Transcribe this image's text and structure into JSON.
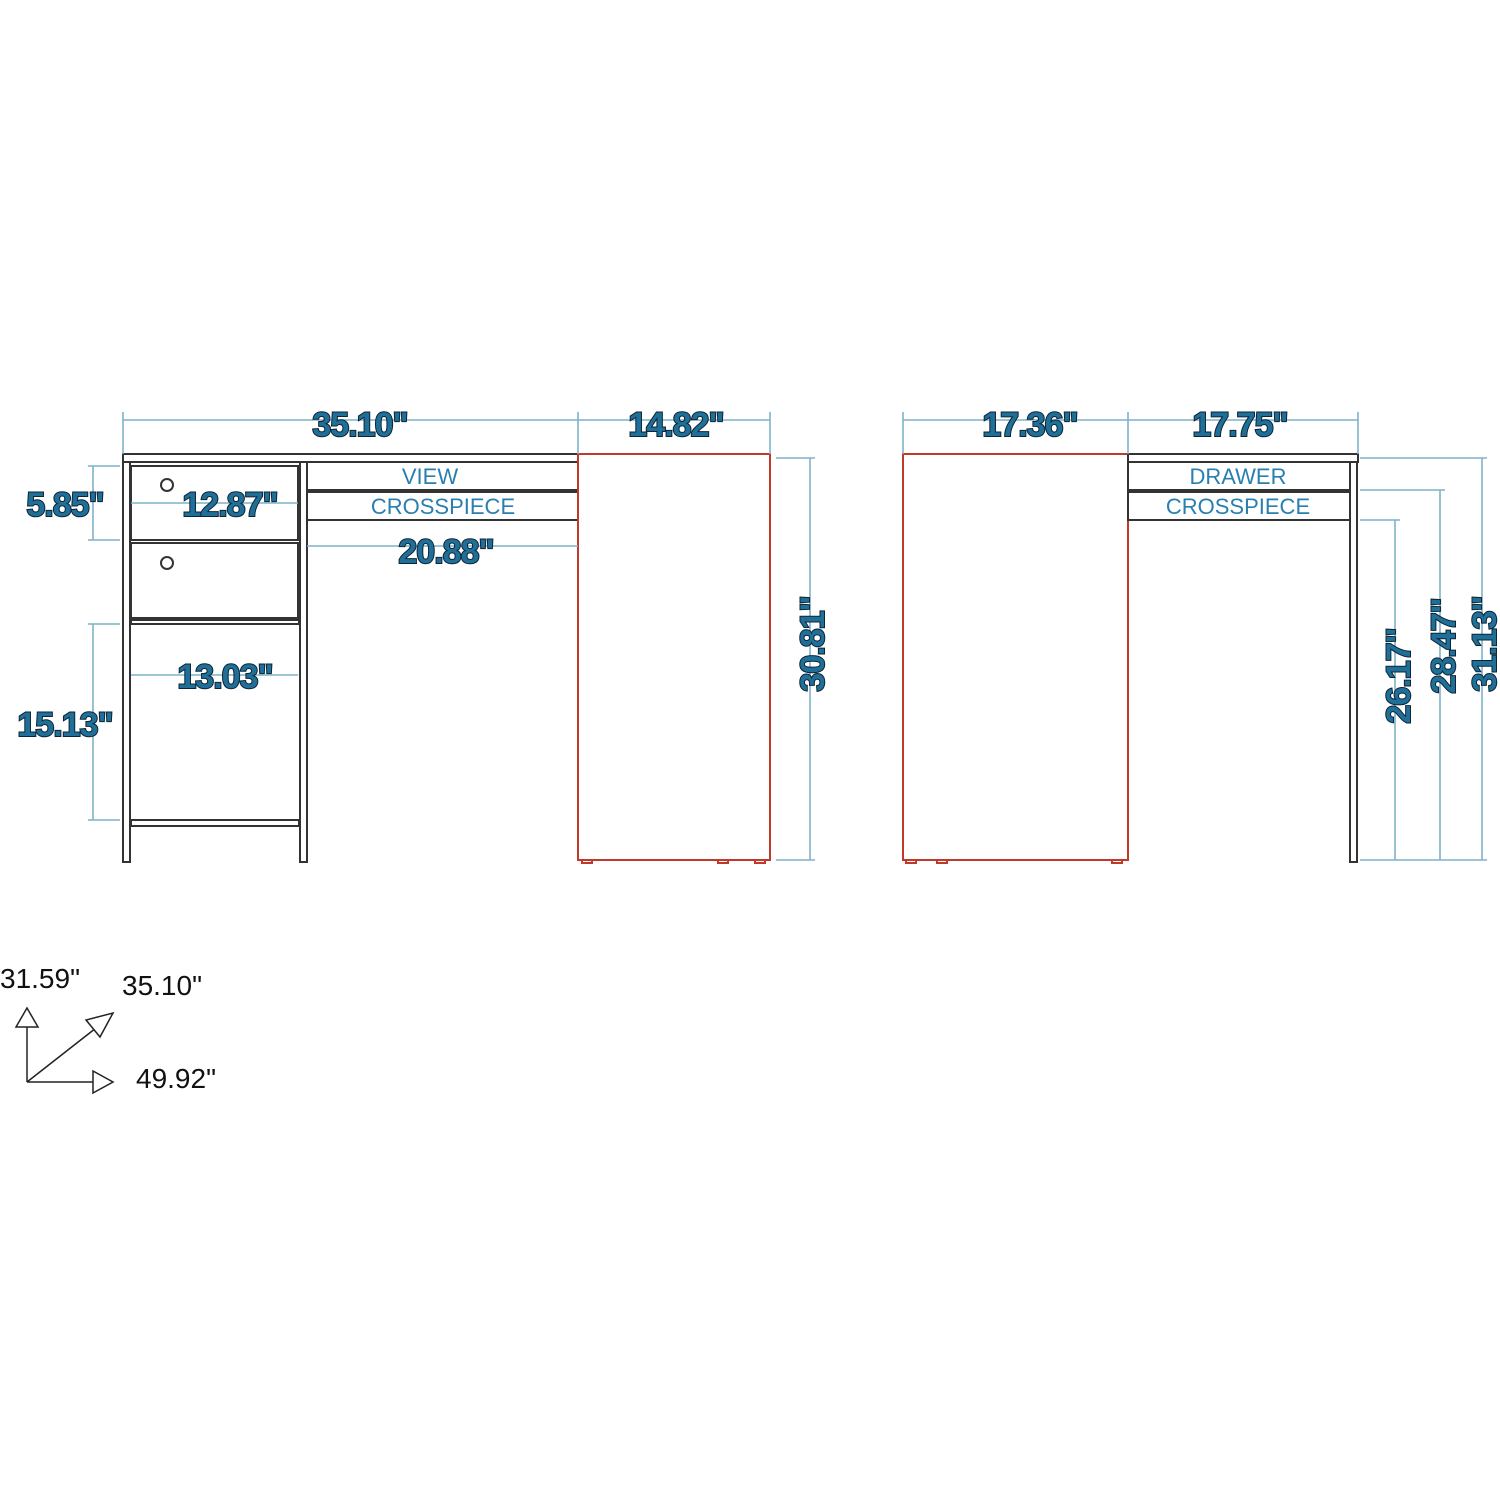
{
  "front_view": {
    "width_main": "35.10\"",
    "width_return": "14.82\"",
    "drawer_height": "5.85\"",
    "drawer_width": "12.87\"",
    "view_label": "VIEW",
    "crosspiece_label": "CROSSPIECE",
    "crosspiece_width": "20.88\"",
    "open_shelf_height": "15.13\"",
    "open_shelf_width": "13.03\"",
    "height": "30.81\""
  },
  "side_view": {
    "depth_return": "17.36\"",
    "depth_main": "17.75\"",
    "drawer_label": "DRAWER",
    "crosspiece_label": "CROSSPIECE",
    "height_under_crosspiece": "26.17\"",
    "height_under_top": "28.47\"",
    "height_total": "31.13\""
  },
  "overall": {
    "height": "31.59\"",
    "depth": "35.10\"",
    "width": "49.92\""
  }
}
